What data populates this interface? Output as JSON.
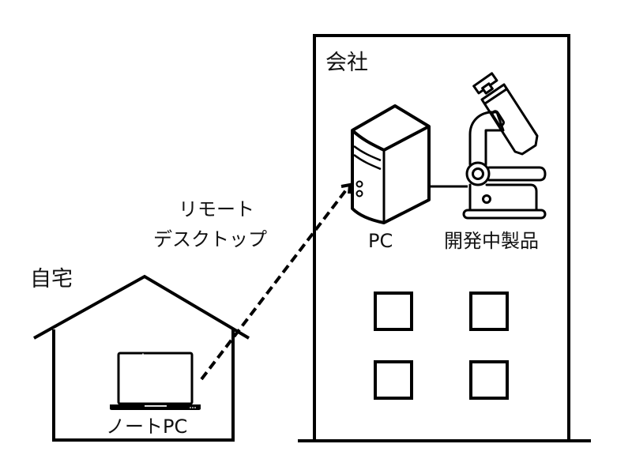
{
  "labels": {
    "company": "会社",
    "home": "自宅",
    "pc": "PC",
    "product": "開発中製品",
    "laptop": "ノートPC",
    "remote_line1": "リモート",
    "remote_line2": "デスクトップ"
  },
  "colors": {
    "stroke": "#000000",
    "background": "#ffffff",
    "text": "#111111"
  },
  "icons": {
    "pc": "desktop-tower-icon",
    "product": "microscope-icon",
    "laptop": "laptop-icon",
    "house": "house-outline",
    "building": "office-building-outline"
  }
}
